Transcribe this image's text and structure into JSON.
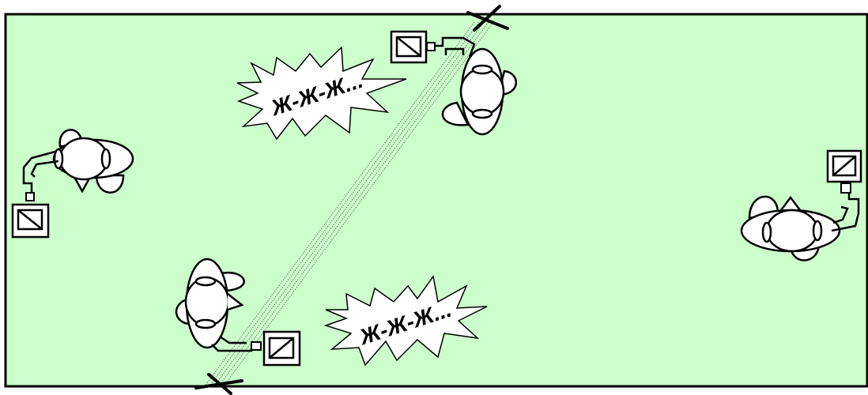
{
  "diagram": {
    "field_color": "#ccffcc",
    "outline_color": "#000000",
    "beam_color": "#555555",
    "bursts": [
      {
        "id": "burst-top",
        "text": "Ж-Ж-Ж..."
      },
      {
        "id": "burst-bottom",
        "text": "Ж-Ж-Ж..."
      }
    ],
    "figures": [
      {
        "id": "figure-left",
        "icon": "person-top-view-with-device"
      },
      {
        "id": "figure-top",
        "icon": "person-top-view-with-device"
      },
      {
        "id": "figure-bottom",
        "icon": "person-top-view-with-device"
      },
      {
        "id": "figure-right",
        "icon": "person-top-view-with-device"
      }
    ],
    "markers": [
      "x-cross-marker",
      "x-cross-marker"
    ]
  }
}
